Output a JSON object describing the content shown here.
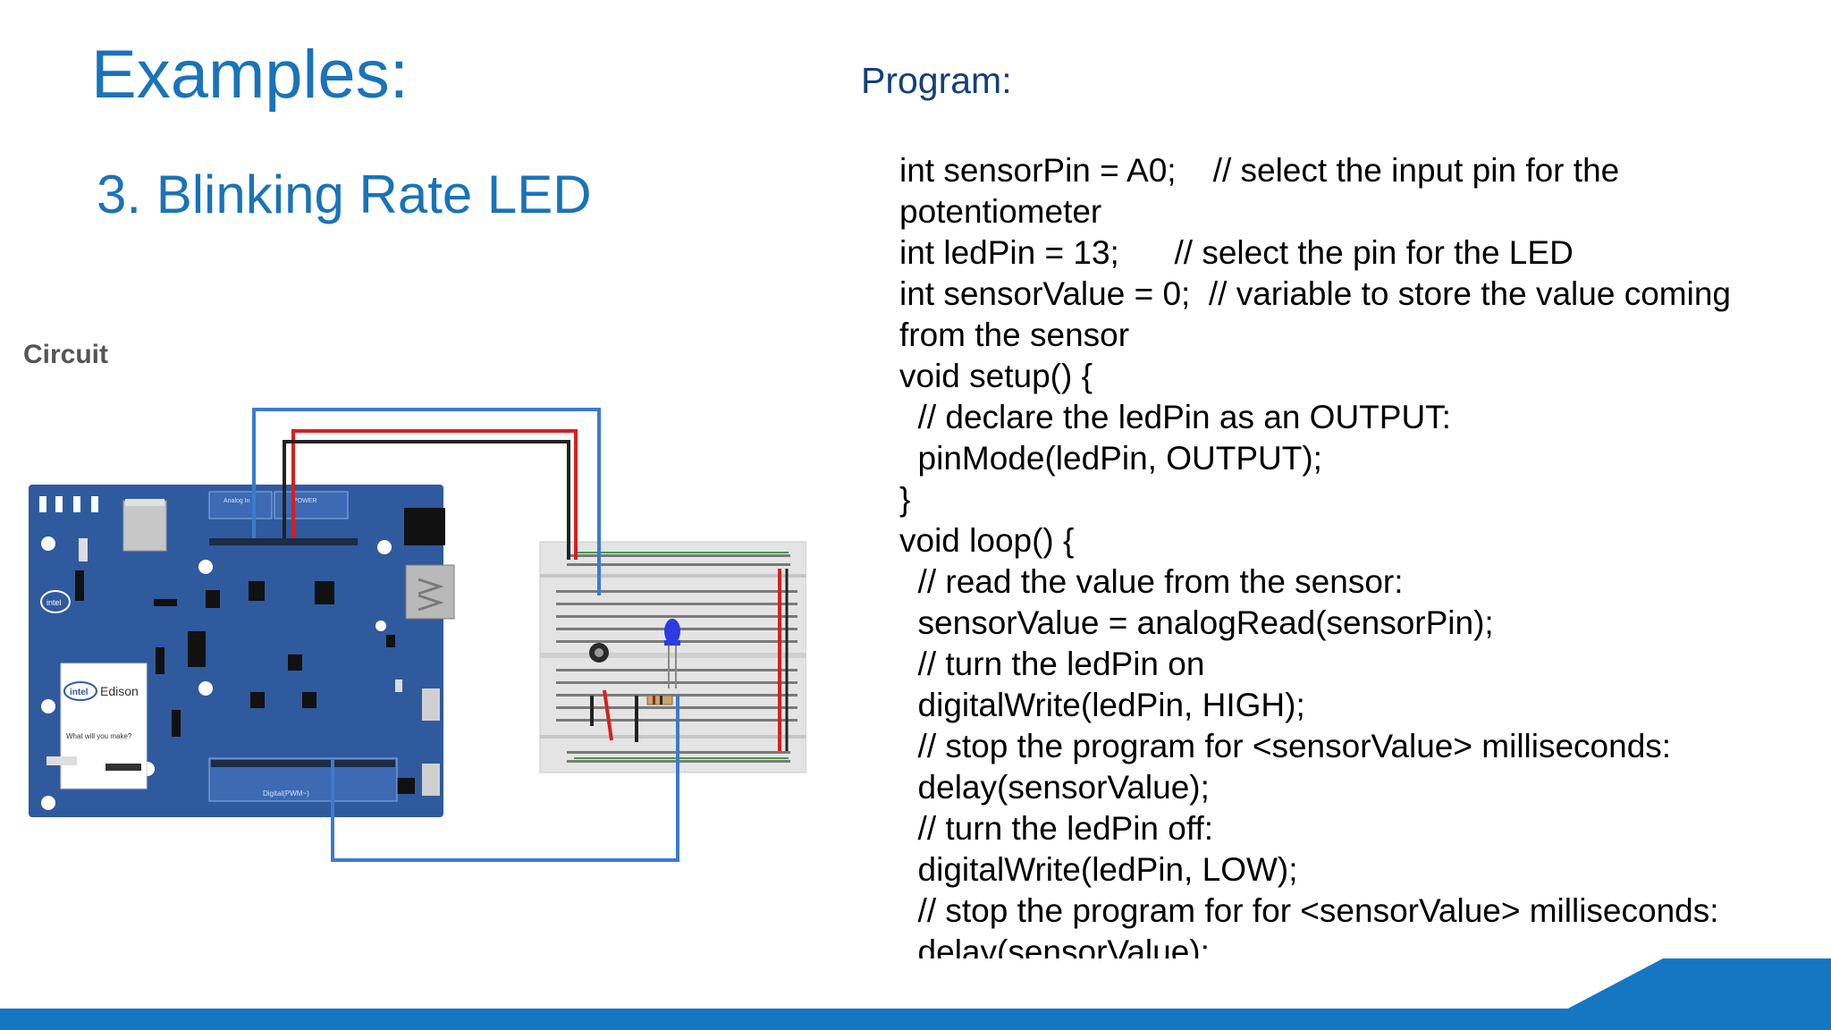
{
  "slide": {
    "title": "Examples:",
    "subtitle": "3. Blinking Rate LED",
    "circuit_label": "Circuit",
    "program_label": "Program:",
    "code_lines": [
      "int sensorPin = A0;    // select the input pin for the",
      "potentiometer",
      "int ledPin = 13;      // select the pin for the LED",
      "int sensorValue = 0;  // variable to store the value coming",
      "from the sensor",
      "void setup() {",
      "  // declare the ledPin as an OUTPUT:",
      "  pinMode(ledPin, OUTPUT);",
      "}",
      "void loop() {",
      "  // read the value from the sensor:",
      "  sensorValue = analogRead(sensorPin);",
      "  // turn the ledPin on",
      "  digitalWrite(ledPin, HIGH);",
      "  // stop the program for <sensorValue> milliseconds:",
      "  delay(sensorValue);",
      "  // turn the ledPin off:",
      "  digitalWrite(ledPin, LOW);",
      "  // stop the program for for <sensorValue> milliseconds:",
      "  delay(sensorValue);"
    ]
  },
  "board": {
    "brand": "intel",
    "product": "Edison",
    "tagline": "What will you make?",
    "label_analog": "Analog In",
    "label_power": "POWER",
    "label_digital": "Digital(PWM~)"
  },
  "colors": {
    "title": "#1a73b8",
    "program_label": "#123f7a",
    "board": "#2f5a9e",
    "breadboard": "#e4e4e4",
    "wire_blue": "#3b7bd0",
    "wire_red": "#d42020",
    "wire_black": "#222222",
    "footer_band": "#1577c2"
  },
  "icons": {
    "logo": "intel-logo-icon",
    "led": "blue-led-icon",
    "potentiometer": "potentiometer-icon",
    "resistor": "resistor-icon"
  }
}
